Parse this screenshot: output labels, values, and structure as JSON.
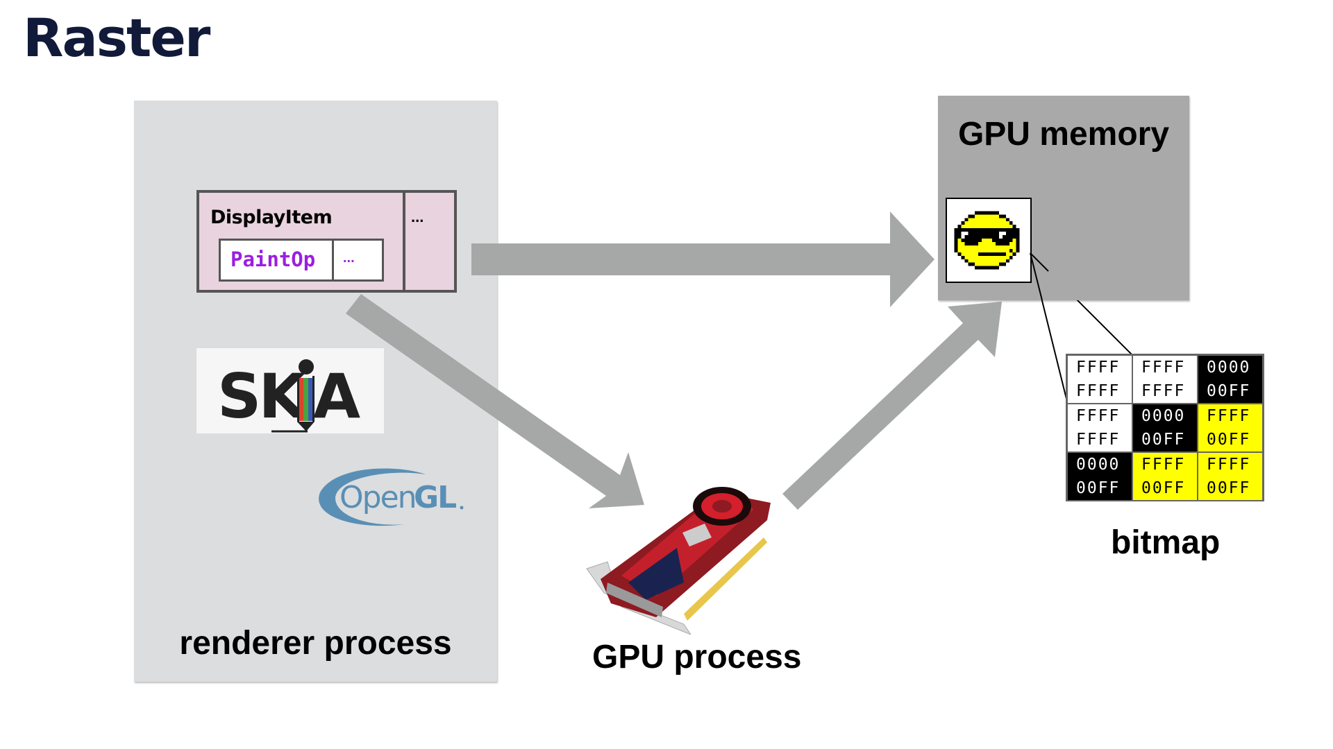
{
  "title": "Raster",
  "renderer": {
    "label": "renderer process",
    "display_list": {
      "item_label": "DisplayItem",
      "more_items": "...",
      "paint_op_label": "PaintOp",
      "more_ops": "..."
    },
    "libraries": [
      "Skia",
      "OpenGL"
    ]
  },
  "gpu_process": {
    "label": "GPU process",
    "image": "graphics-card"
  },
  "gpu_memory": {
    "label": "GPU memory",
    "image": "sunglasses-smiley-bitmap"
  },
  "bitmap": {
    "label": "bitmap",
    "cells": [
      {
        "line1": "FFFF",
        "line2": "FFFF",
        "color": "white"
      },
      {
        "line1": "FFFF",
        "line2": "FFFF",
        "color": "white"
      },
      {
        "line1": "0000",
        "line2": "00FF",
        "color": "black"
      },
      {
        "line1": "FFFF",
        "line2": "FFFF",
        "color": "white"
      },
      {
        "line1": "0000",
        "line2": "00FF",
        "color": "black"
      },
      {
        "line1": "FFFF",
        "line2": "00FF",
        "color": "yellow"
      },
      {
        "line1": "0000",
        "line2": "00FF",
        "color": "black"
      },
      {
        "line1": "FFFF",
        "line2": "00FF",
        "color": "yellow"
      },
      {
        "line1": "FFFF",
        "line2": "00FF",
        "color": "yellow"
      }
    ]
  },
  "arrows": [
    {
      "from": "display-list",
      "to": "gpu-memory"
    },
    {
      "from": "display-list",
      "to": "gpu-process"
    },
    {
      "from": "gpu-process",
      "to": "gpu-memory"
    }
  ],
  "colors": {
    "title": "#121a3a",
    "renderer_panel": "#dcdddf",
    "gpu_memory_panel": "#a8a9a8",
    "arrow": "#a6a8a7",
    "display_item_fill": "#e8d3de",
    "paint_op_text": "#9b1fe0",
    "opengl_blue": "#5a8fb5",
    "bitmap_yellow": "#ffff00"
  },
  "skia_logo": {
    "text_a": "SK",
    "text_b": "A"
  },
  "opengl_logo": {
    "text_a": "Open",
    "text_b": "GL"
  }
}
